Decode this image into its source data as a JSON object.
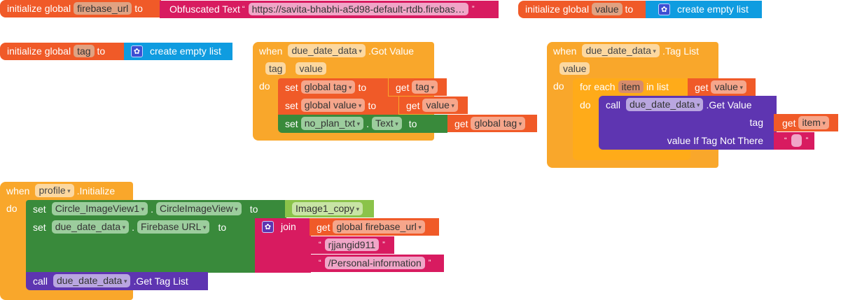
{
  "globals": [
    {
      "label_prefix": "initialize global",
      "name": "firebase_url",
      "label_to": "to",
      "value_block": {
        "type": "obfuscated_text",
        "label": "Obfuscated Text",
        "value": "https://savita-bhabhi-a5d98-default-rtdb.firebas…"
      }
    },
    {
      "label_prefix": "initialize global",
      "name": "value",
      "label_to": "to",
      "value_block": {
        "type": "list",
        "label": "create empty list",
        "icon": "gear-icon"
      }
    },
    {
      "label_prefix": "initialize global",
      "name": "tag",
      "label_to": "to",
      "value_block": {
        "type": "list",
        "label": "create empty list",
        "icon": "gear-icon"
      }
    }
  ],
  "got_value_event": {
    "when": "when",
    "component": "due_date_data",
    "event": ".Got Value",
    "params": [
      "tag",
      "value"
    ],
    "do": "do",
    "statements": [
      {
        "set": "set",
        "target": "global tag",
        "to": "to",
        "get": "get",
        "value": "tag"
      },
      {
        "set": "set",
        "target": "global value",
        "to": "to",
        "get": "get",
        "value": "value"
      },
      {
        "set": "set",
        "component": "no_plan_txt",
        "dot": ".",
        "property": "Text",
        "to": "to",
        "get": "get",
        "value": "global tag"
      }
    ]
  },
  "tag_list_event": {
    "when": "when",
    "component": "due_date_data",
    "event": ".Tag List",
    "params": [
      "value"
    ],
    "do": "do",
    "for_each": {
      "label": "for each",
      "var": "item",
      "in_list": "in list",
      "get": "get",
      "list_value": "value",
      "do": "do"
    },
    "call": {
      "call": "call",
      "component": "due_date_data",
      "method": ".Get Value",
      "arg1_label": "tag",
      "arg1_get": "get",
      "arg1_value": "item",
      "arg2_label": "value If Tag Not There",
      "arg2_value": ""
    }
  },
  "initialize_event": {
    "when": "when",
    "component": "profile",
    "event": ".Initialize",
    "do": "do",
    "set1": {
      "set": "set",
      "component": "Circle_ImageView1",
      "dot": ".",
      "property": "CircleImageView",
      "to": "to",
      "value": "Image1_copy"
    },
    "set2": {
      "set": "set",
      "component": "due_date_data",
      "dot": ".",
      "property": "Firebase URL",
      "to": "to",
      "join": "join",
      "get": "get",
      "get_value": "global firebase_url",
      "text1": "rjjangid911",
      "text2": "/Personal-information"
    },
    "call": {
      "call": "call",
      "component": "due_date_data",
      "method": ".Get Tag List"
    }
  },
  "colors": {
    "variable": "#f05a28",
    "text": "#d81b60",
    "list": "#0f9ce0",
    "event": "#f9a72b",
    "control": "#ffab19",
    "component_setter": "#398a3b",
    "component_block": "#8bc34a",
    "call": "#5e35b1"
  }
}
